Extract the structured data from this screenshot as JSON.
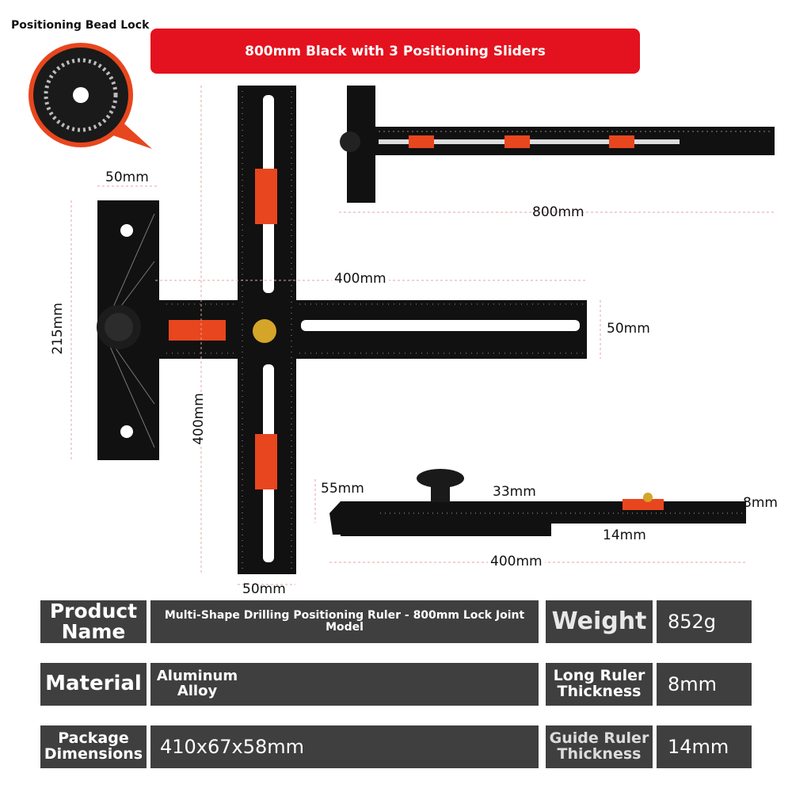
{
  "header": {
    "bead_lock_label": "Positioning Bead Lock",
    "banner_text": "800mm Black with 3 Positioning Sliders"
  },
  "dimensions": {
    "top_ruler_length": "800mm",
    "square_width": "50mm",
    "square_height": "215mm",
    "horizontal_length": "400mm",
    "horizontal_width": "50mm",
    "vertical_length": "400mm",
    "vertical_width": "50mm",
    "side_height": "55mm",
    "knob_height": "33mm",
    "side_thickness": "8mm",
    "side_guide": "14mm",
    "side_length": "400mm"
  },
  "specs": {
    "product_name_label": "Product Name",
    "product_name_value": "Multi-Shape Drilling Positioning Ruler - 800mm Lock Joint Model",
    "weight_label": "Weight",
    "weight_value": "852g",
    "material_label": "Material",
    "material_value": "Aluminum Alloy",
    "long_ruler_label": "Long Ruler Thickness",
    "long_ruler_value": "8mm",
    "package_label": "Package Dimensions",
    "package_value": "410x67x58mm",
    "guide_ruler_label": "Guide Ruler Thickness",
    "guide_ruler_value": "14mm"
  },
  "colors": {
    "banner": "#e3121e",
    "slider": "#e8461e",
    "ruler": "#111111",
    "spec_cell": "#3f3f3f"
  }
}
